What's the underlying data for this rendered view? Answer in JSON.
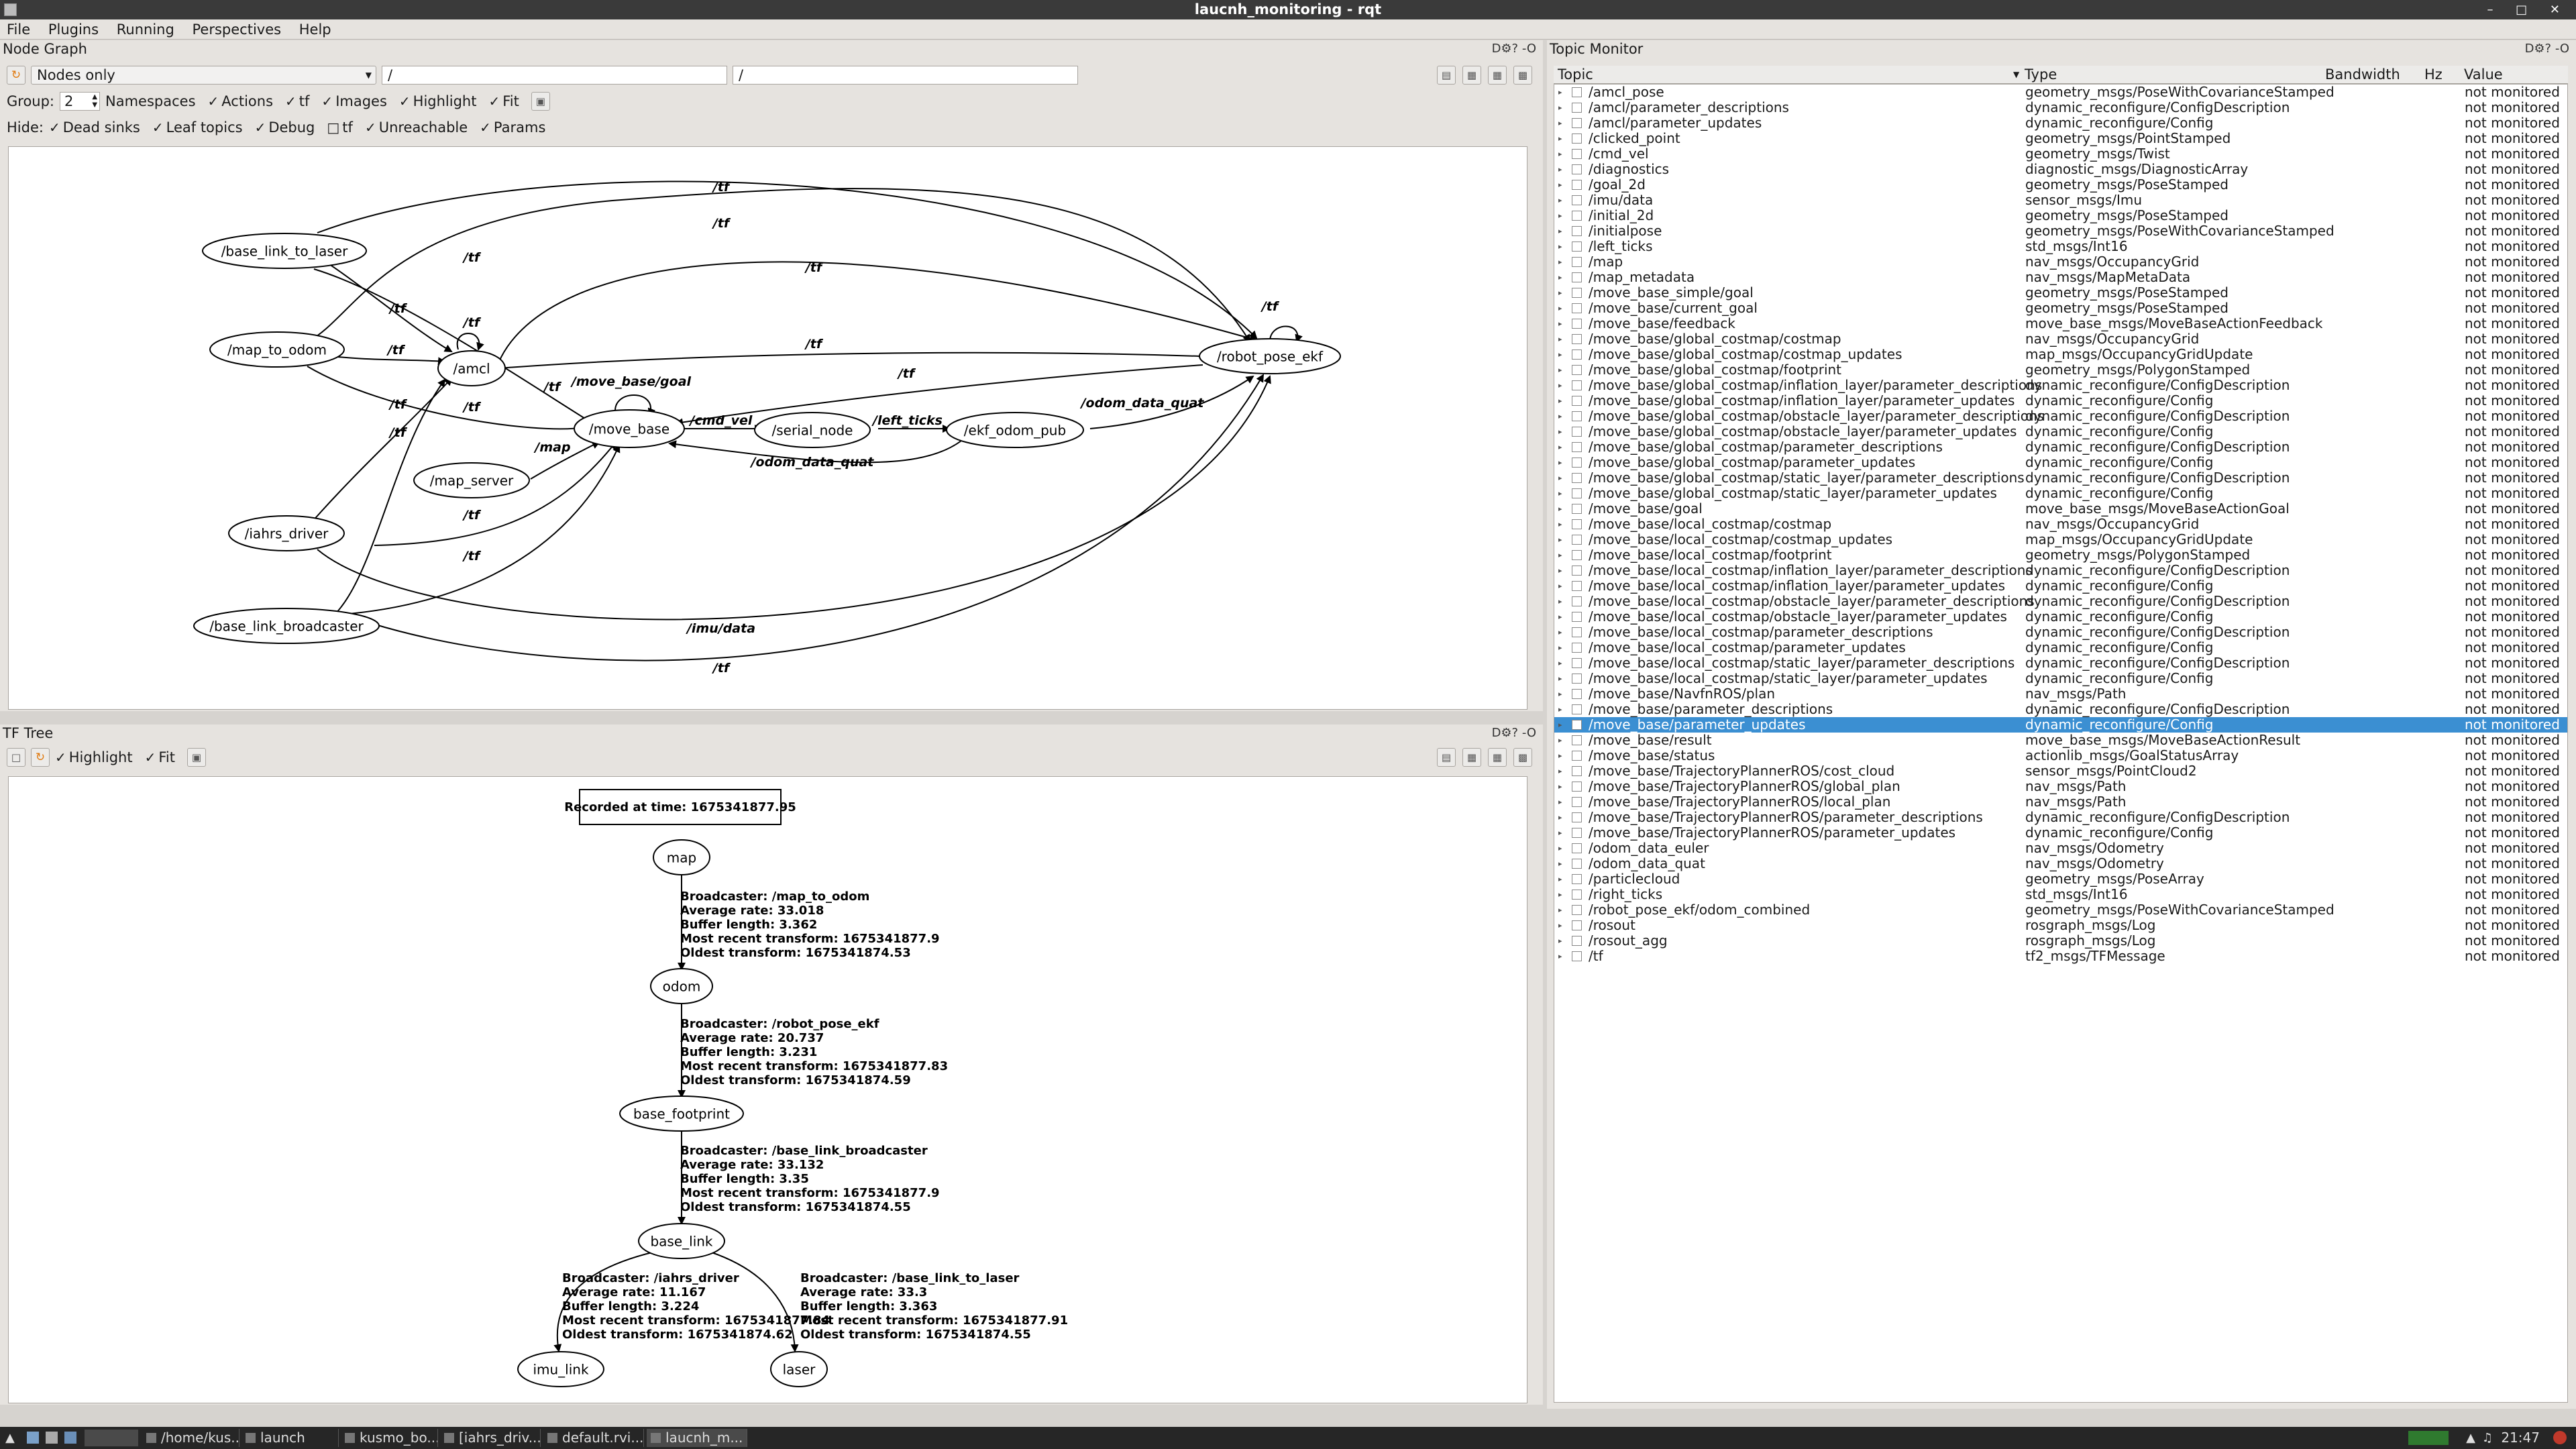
{
  "window": {
    "title": "laucnh_monitoring - rqt",
    "controls": "– □ ✕"
  },
  "menu": {
    "items": [
      "File",
      "Plugins",
      "Running",
      "Perspectives",
      "Help"
    ]
  },
  "node_graph": {
    "title": "Node Graph",
    "controls": "D⚙? -O",
    "mode": "Nodes only",
    "filter1": "/",
    "filter2": "/",
    "group_label": "Group:",
    "group_value": "2",
    "row1_checks": [
      "Namespaces",
      "Actions",
      "tf",
      "Images",
      "Highlight",
      "Fit"
    ],
    "hide_label": "Hide:",
    "row2_checks": [
      "Dead sinks",
      "Leaf topics",
      "Debug",
      "tf",
      "Unreachable",
      "Params"
    ],
    "nodes": [
      {
        "id": "n_base_link_to_laser",
        "label": "/base_link_to_laser"
      },
      {
        "id": "n_map_to_odom",
        "label": "/map_to_odom"
      },
      {
        "id": "n_amcl",
        "label": "/amcl"
      },
      {
        "id": "n_move_base",
        "label": "/move_base"
      },
      {
        "id": "n_map_server",
        "label": "/map_server"
      },
      {
        "id": "n_iahrs_driver",
        "label": "/iahrs_driver"
      },
      {
        "id": "n_base_link_broadcaster",
        "label": "/base_link_broadcaster"
      },
      {
        "id": "n_serial_node",
        "label": "/serial_node"
      },
      {
        "id": "n_ekf_odom_pub",
        "label": "/ekf_odom_pub"
      },
      {
        "id": "n_robot_pose_ekf",
        "label": "/robot_pose_ekf"
      }
    ],
    "edge_labels": {
      "tf": "/tf",
      "move_base_goal": "/move_base/goal",
      "cmd_vel": "/cmd_vel",
      "left_ticks": "/left_ticks",
      "odom_data_quat": "/odom_data_quat",
      "map": "/map",
      "imu_data": "/imu/data"
    }
  },
  "tf_tree": {
    "title": "TF Tree",
    "controls": "D⚙? -O",
    "checks": [
      "Highlight",
      "Fit"
    ],
    "recorded": "Recorded at time: 1675341877.95",
    "frames": [
      "map",
      "odom",
      "base_footprint",
      "base_link",
      "imu_link",
      "laser"
    ],
    "edges": [
      {
        "id": "map_odom",
        "lines": [
          "Broadcaster: /map_to_odom",
          "Average rate: 33.018",
          "Buffer length: 3.362",
          "Most recent transform: 1675341877.9",
          "Oldest transform: 1675341874.53"
        ]
      },
      {
        "id": "odom_bf",
        "lines": [
          "Broadcaster: /robot_pose_ekf",
          "Average rate: 20.737",
          "Buffer length: 3.231",
          "Most recent transform: 1675341877.83",
          "Oldest transform: 1675341874.59"
        ]
      },
      {
        "id": "bf_bl",
        "lines": [
          "Broadcaster: /base_link_broadcaster",
          "Average rate: 33.132",
          "Buffer length: 3.35",
          "Most recent transform: 1675341877.9",
          "Oldest transform: 1675341874.55"
        ]
      },
      {
        "id": "bl_imu",
        "lines": [
          "Broadcaster: /iahrs_driver",
          "Average rate: 11.167",
          "Buffer length: 3.224",
          "Most recent transform: 1675341877.84",
          "Oldest transform: 1675341874.62"
        ]
      },
      {
        "id": "bl_laser",
        "lines": [
          "Broadcaster: /base_link_to_laser",
          "Average rate: 33.3",
          "Buffer length: 3.363",
          "Most recent transform: 1675341877.91",
          "Oldest transform: 1675341874.55"
        ]
      }
    ]
  },
  "topic_monitor": {
    "title": "Topic Monitor",
    "controls": "D⚙? -O",
    "columns": [
      "Topic",
      "Type",
      "Bandwidth",
      "Hz",
      "Value"
    ],
    "selected_index": 41,
    "rows": [
      [
        "/amcl_pose",
        "geometry_msgs/PoseWithCovarianceStamped",
        "not monitored"
      ],
      [
        "/amcl/parameter_descriptions",
        "dynamic_reconfigure/ConfigDescription",
        "not monitored"
      ],
      [
        "/amcl/parameter_updates",
        "dynamic_reconfigure/Config",
        "not monitored"
      ],
      [
        "/clicked_point",
        "geometry_msgs/PointStamped",
        "not monitored"
      ],
      [
        "/cmd_vel",
        "geometry_msgs/Twist",
        "not monitored"
      ],
      [
        "/diagnostics",
        "diagnostic_msgs/DiagnosticArray",
        "not monitored"
      ],
      [
        "/goal_2d",
        "geometry_msgs/PoseStamped",
        "not monitored"
      ],
      [
        "/imu/data",
        "sensor_msgs/Imu",
        "not monitored"
      ],
      [
        "/initial_2d",
        "geometry_msgs/PoseStamped",
        "not monitored"
      ],
      [
        "/initialpose",
        "geometry_msgs/PoseWithCovarianceStamped",
        "not monitored"
      ],
      [
        "/left_ticks",
        "std_msgs/Int16",
        "not monitored"
      ],
      [
        "/map",
        "nav_msgs/OccupancyGrid",
        "not monitored"
      ],
      [
        "/map_metadata",
        "nav_msgs/MapMetaData",
        "not monitored"
      ],
      [
        "/move_base_simple/goal",
        "geometry_msgs/PoseStamped",
        "not monitored"
      ],
      [
        "/move_base/current_goal",
        "geometry_msgs/PoseStamped",
        "not monitored"
      ],
      [
        "/move_base/feedback",
        "move_base_msgs/MoveBaseActionFeedback",
        "not monitored"
      ],
      [
        "/move_base/global_costmap/costmap",
        "nav_msgs/OccupancyGrid",
        "not monitored"
      ],
      [
        "/move_base/global_costmap/costmap_updates",
        "map_msgs/OccupancyGridUpdate",
        "not monitored"
      ],
      [
        "/move_base/global_costmap/footprint",
        "geometry_msgs/PolygonStamped",
        "not monitored"
      ],
      [
        "/move_base/global_costmap/inflation_layer/parameter_descriptions",
        "dynamic_reconfigure/ConfigDescription",
        "not monitored"
      ],
      [
        "/move_base/global_costmap/inflation_layer/parameter_updates",
        "dynamic_reconfigure/Config",
        "not monitored"
      ],
      [
        "/move_base/global_costmap/obstacle_layer/parameter_descriptions",
        "dynamic_reconfigure/ConfigDescription",
        "not monitored"
      ],
      [
        "/move_base/global_costmap/obstacle_layer/parameter_updates",
        "dynamic_reconfigure/Config",
        "not monitored"
      ],
      [
        "/move_base/global_costmap/parameter_descriptions",
        "dynamic_reconfigure/ConfigDescription",
        "not monitored"
      ],
      [
        "/move_base/global_costmap/parameter_updates",
        "dynamic_reconfigure/Config",
        "not monitored"
      ],
      [
        "/move_base/global_costmap/static_layer/parameter_descriptions",
        "dynamic_reconfigure/ConfigDescription",
        "not monitored"
      ],
      [
        "/move_base/global_costmap/static_layer/parameter_updates",
        "dynamic_reconfigure/Config",
        "not monitored"
      ],
      [
        "/move_base/goal",
        "move_base_msgs/MoveBaseActionGoal",
        "not monitored"
      ],
      [
        "/move_base/local_costmap/costmap",
        "nav_msgs/OccupancyGrid",
        "not monitored"
      ],
      [
        "/move_base/local_costmap/costmap_updates",
        "map_msgs/OccupancyGridUpdate",
        "not monitored"
      ],
      [
        "/move_base/local_costmap/footprint",
        "geometry_msgs/PolygonStamped",
        "not monitored"
      ],
      [
        "/move_base/local_costmap/inflation_layer/parameter_descriptions",
        "dynamic_reconfigure/ConfigDescription",
        "not monitored"
      ],
      [
        "/move_base/local_costmap/inflation_layer/parameter_updates",
        "dynamic_reconfigure/Config",
        "not monitored"
      ],
      [
        "/move_base/local_costmap/obstacle_layer/parameter_descriptions",
        "dynamic_reconfigure/ConfigDescription",
        "not monitored"
      ],
      [
        "/move_base/local_costmap/obstacle_layer/parameter_updates",
        "dynamic_reconfigure/Config",
        "not monitored"
      ],
      [
        "/move_base/local_costmap/parameter_descriptions",
        "dynamic_reconfigure/ConfigDescription",
        "not monitored"
      ],
      [
        "/move_base/local_costmap/parameter_updates",
        "dynamic_reconfigure/Config",
        "not monitored"
      ],
      [
        "/move_base/local_costmap/static_layer/parameter_descriptions",
        "dynamic_reconfigure/ConfigDescription",
        "not monitored"
      ],
      [
        "/move_base/local_costmap/static_layer/parameter_updates",
        "dynamic_reconfigure/Config",
        "not monitored"
      ],
      [
        "/move_base/NavfnROS/plan",
        "nav_msgs/Path",
        "not monitored"
      ],
      [
        "/move_base/parameter_descriptions",
        "dynamic_reconfigure/ConfigDescription",
        "not monitored"
      ],
      [
        "/move_base/parameter_updates",
        "dynamic_reconfigure/Config",
        "not monitored"
      ],
      [
        "/move_base/result",
        "move_base_msgs/MoveBaseActionResult",
        "not monitored"
      ],
      [
        "/move_base/status",
        "actionlib_msgs/GoalStatusArray",
        "not monitored"
      ],
      [
        "/move_base/TrajectoryPlannerROS/cost_cloud",
        "sensor_msgs/PointCloud2",
        "not monitored"
      ],
      [
        "/move_base/TrajectoryPlannerROS/global_plan",
        "nav_msgs/Path",
        "not monitored"
      ],
      [
        "/move_base/TrajectoryPlannerROS/local_plan",
        "nav_msgs/Path",
        "not monitored"
      ],
      [
        "/move_base/TrajectoryPlannerROS/parameter_descriptions",
        "dynamic_reconfigure/ConfigDescription",
        "not monitored"
      ],
      [
        "/move_base/TrajectoryPlannerROS/parameter_updates",
        "dynamic_reconfigure/Config",
        "not monitored"
      ],
      [
        "/odom_data_euler",
        "nav_msgs/Odometry",
        "not monitored"
      ],
      [
        "/odom_data_quat",
        "nav_msgs/Odometry",
        "not monitored"
      ],
      [
        "/particlecloud",
        "geometry_msgs/PoseArray",
        "not monitored"
      ],
      [
        "/right_ticks",
        "std_msgs/Int16",
        "not monitored"
      ],
      [
        "/robot_pose_ekf/odom_combined",
        "geometry_msgs/PoseWithCovarianceStamped",
        "not monitored"
      ],
      [
        "/rosout",
        "rosgraph_msgs/Log",
        "not monitored"
      ],
      [
        "/rosout_agg",
        "rosgraph_msgs/Log",
        "not monitored"
      ],
      [
        "/tf",
        "tf2_msgs/TFMessage",
        "not monitored"
      ]
    ]
  },
  "taskbar": {
    "tasks": [
      "/home/kus...",
      "launch",
      "kusmo_bo...",
      "[iahrs_driv...",
      "default.rvi...",
      "laucnh_m..."
    ],
    "clock": "21:47"
  }
}
